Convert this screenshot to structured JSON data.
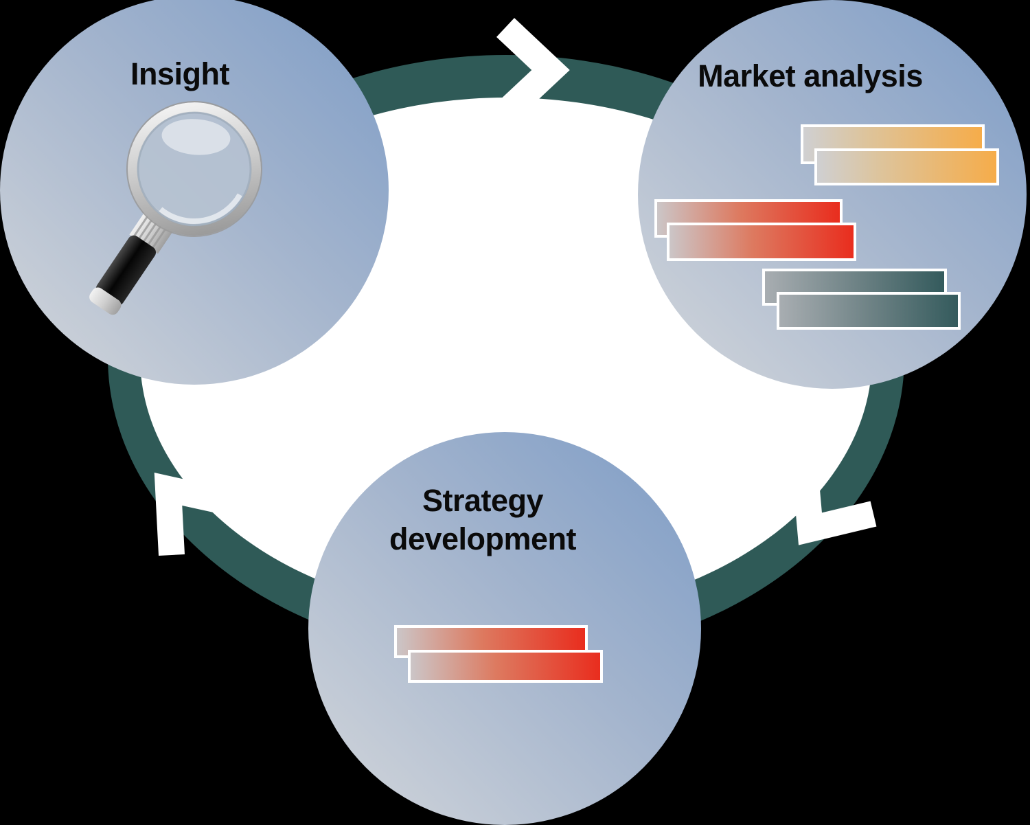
{
  "diagram": {
    "type": "cycle",
    "nodes": {
      "insight": {
        "label": "Insight",
        "icon": "magnifier-icon"
      },
      "market_analysis": {
        "label": "Market analysis",
        "icon": "bar-stack-icon",
        "bars": [
          "orange",
          "orange",
          "red",
          "red",
          "teal",
          "teal"
        ]
      },
      "strategy_development": {
        "label_line1": "Strategy",
        "label_line2": "development",
        "icon": "bar-stack-icon",
        "bars": [
          "red",
          "red"
        ]
      }
    },
    "flow": [
      {
        "from": "insight",
        "to": "market_analysis"
      },
      {
        "from": "market_analysis",
        "to": "strategy_development"
      },
      {
        "from": "strategy_development",
        "to": "insight"
      }
    ],
    "colors": {
      "background": "#000000",
      "ring": "#2f5a57",
      "ring_inner": "#ffffff",
      "arrow": "#ffffff",
      "node_gradient_from": "#d4d7db",
      "node_gradient_to": "#7d9cc6",
      "bar_border": "#ffffff",
      "orange_from": "#cfd0d3",
      "orange_to": "#f6ac49",
      "red_from": "#cbc7c9",
      "red_to": "#e92c1d",
      "teal_from": "#a9aeb2",
      "teal_to": "#335a5c",
      "label_text": "#0a0a0a"
    }
  }
}
